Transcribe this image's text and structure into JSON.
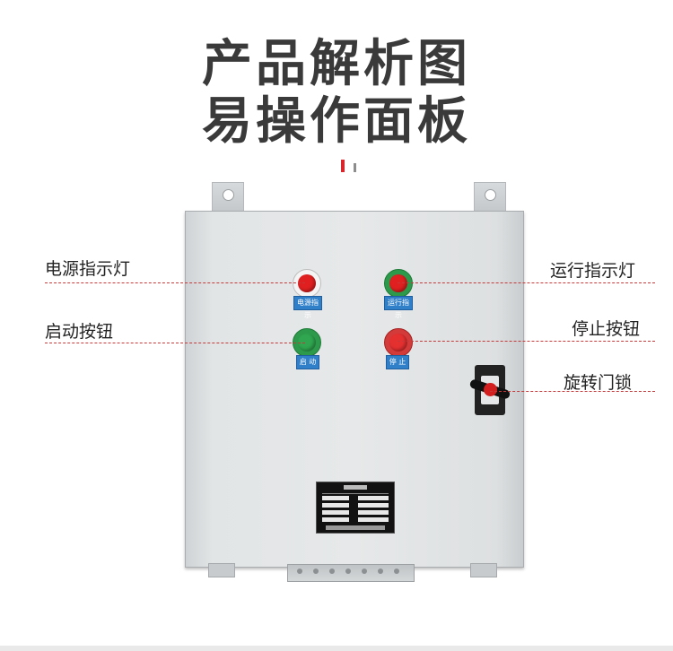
{
  "titles": {
    "line1": "产品解析图",
    "line2": "易操作面板"
  },
  "callouts": {
    "power_indicator": "电源指示灯",
    "start_button": "启动按钮",
    "run_indicator": "运行指示灯",
    "stop_button": "停止按钮",
    "rotary_lock": "旋转门锁"
  },
  "panel_labels": {
    "power": "电源指示",
    "run": "运行指示",
    "start": "启 动",
    "stop": "停 止"
  },
  "colors": {
    "accent_red": "#d8262c",
    "label_blue": "#2f7fc9",
    "cabinet_grey": "#e4e6e7"
  },
  "icons": {
    "power_light": "red-indicator-light",
    "run_light": "green-ring-indicator-light",
    "start": "green-pushbutton",
    "stop": "red-pushbutton",
    "lock": "rotary-door-lock"
  }
}
